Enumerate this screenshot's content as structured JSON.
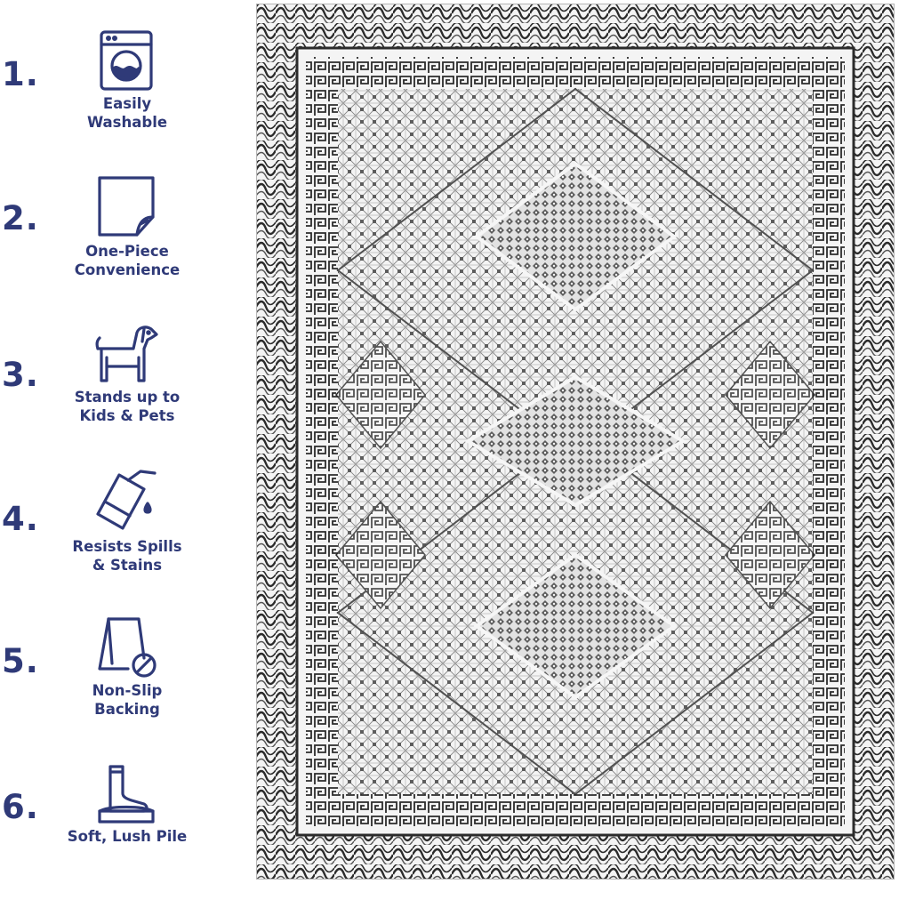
{
  "brand_color": "#2f3a78",
  "features": [
    {
      "number": "1.",
      "label": "Easily\nWashable",
      "icon": "washing-machine-icon"
    },
    {
      "number": "2.",
      "label": "One-Piece\nConvenience",
      "icon": "folded-sheet-icon"
    },
    {
      "number": "3.",
      "label": "Stands up to\nKids & Pets",
      "icon": "dog-icon"
    },
    {
      "number": "4.",
      "label": "Resists Spills\n& Stains",
      "icon": "spilling-glass-icon"
    },
    {
      "number": "5.",
      "label": "Non-Slip\nBacking",
      "icon": "non-slip-sign-icon"
    },
    {
      "number": "6.",
      "label": "Soft, Lush Pile",
      "icon": "boot-on-cushion-icon"
    }
  ],
  "product_image": {
    "icon": "patterned-area-rug",
    "colors": {
      "dark": "#2b2b2b",
      "light": "#f4f4f4",
      "mid": "#9a9a9a"
    }
  }
}
